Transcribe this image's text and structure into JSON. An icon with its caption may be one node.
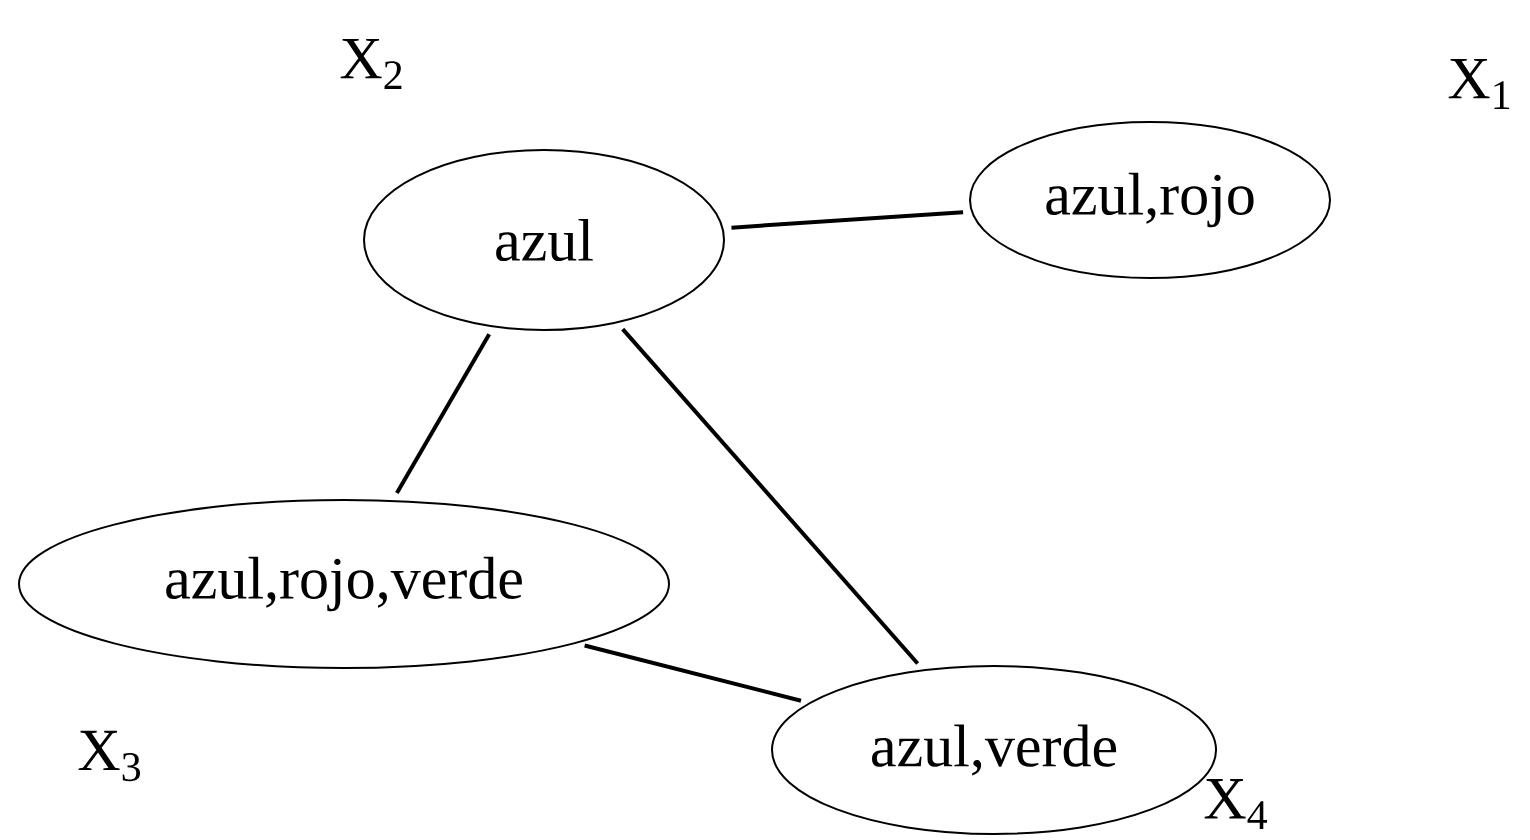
{
  "diagram": {
    "nodes": [
      {
        "text": [
          "azul"
        ],
        "beside": [
          "X$_{2}$"
        ]
      },
      {
        "text": [
          "azul,rojo"
        ],
        "beside": [
          "X$_{1}$"
        ]
      },
      {
        "text": [
          "azul,rojo,verde"
        ],
        "beside": [
          "X$_{3}$"
        ]
      },
      {
        "text": [
          "azul,verde"
        ],
        "beside": [
          "X$_{4}$"
        ]
      }
    ],
    "edges": [
      {
        "from": 0,
        "to": 1,
        "arrow": "none"
      },
      {
        "from": 0,
        "to": 2,
        "arrow": "none"
      },
      {
        "from": 0,
        "to": 3,
        "arrow": "none"
      },
      {
        "from": 2,
        "to": 3,
        "arrow": "none"
      }
    ]
  }
}
